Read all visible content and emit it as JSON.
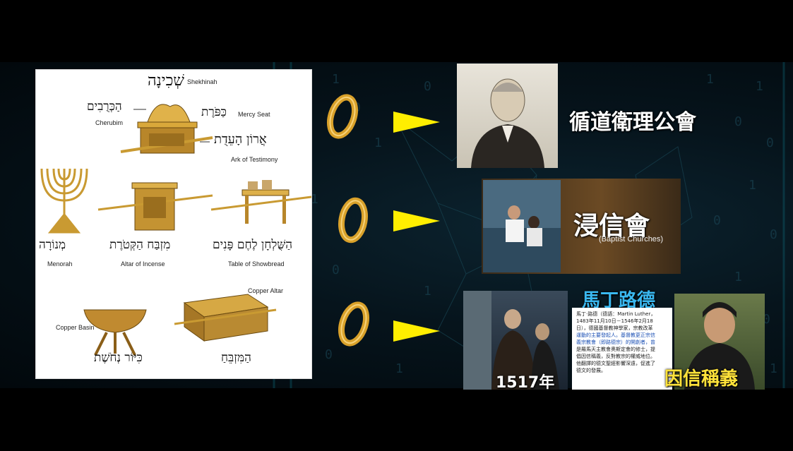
{
  "left_panel": {
    "shekhinah_hebrew": "שְׁכִינָה",
    "shekhinah_label": "Shekhinah",
    "cherubim_hebrew": "הַכְּרֻבִים",
    "cherubim_label": "Cherubim",
    "mercy_seat_hebrew": "כַּפֹּרֶת",
    "mercy_seat_label": "Mercy Seat",
    "ark_hebrew": "אֲרוֹן הָעֵדֻת",
    "ark_label": "Ark of Testimony",
    "menorah_hebrew": "מְנוֹרָה",
    "menorah_label": "Menorah",
    "incense_hebrew": "מִזְבַּח הַקְּטֹרֶת",
    "incense_label": "Altar of Incense",
    "showbread_hebrew": "הַשֻּׁלְחָן לֶחֶם פָּנִים",
    "showbread_label": "Table of Showbread",
    "basin_label": "Copper Basin",
    "basin_hebrew": "כִּיּוֹר נְחֹשֶׁת",
    "altar_label": "Copper Altar",
    "altar_hebrew": "הַמִּזְבֵּחַ"
  },
  "rows": [
    {
      "title": "循道衛理公會",
      "subtitle": ""
    },
    {
      "title": "浸信會",
      "subtitle": "(Baptist Churches)"
    },
    {
      "title": "馬丁路德",
      "year": "1517年",
      "motto": "因信稱義",
      "doc_lines": [
        "馬丁·路德（德語：Martin Luther，",
        "1483年11月10日－1546年2月18",
        "日），德國基督教神學家，宗教改革",
        "運動的主要發起人。基督教更正宗信",
        "義宗教會（即路德宗）的開創者，曾",
        "是羅馬天主教會奧斯定會的修士，提",
        "倡因信稱義，反對教宗的權威地位。",
        "他翻譯的德文聖經影響深遠，促進了",
        "德文的發展。"
      ]
    }
  ],
  "colors": {
    "gold": "#d9a12a",
    "arrow": "#ffee00",
    "background": "#06141c"
  }
}
